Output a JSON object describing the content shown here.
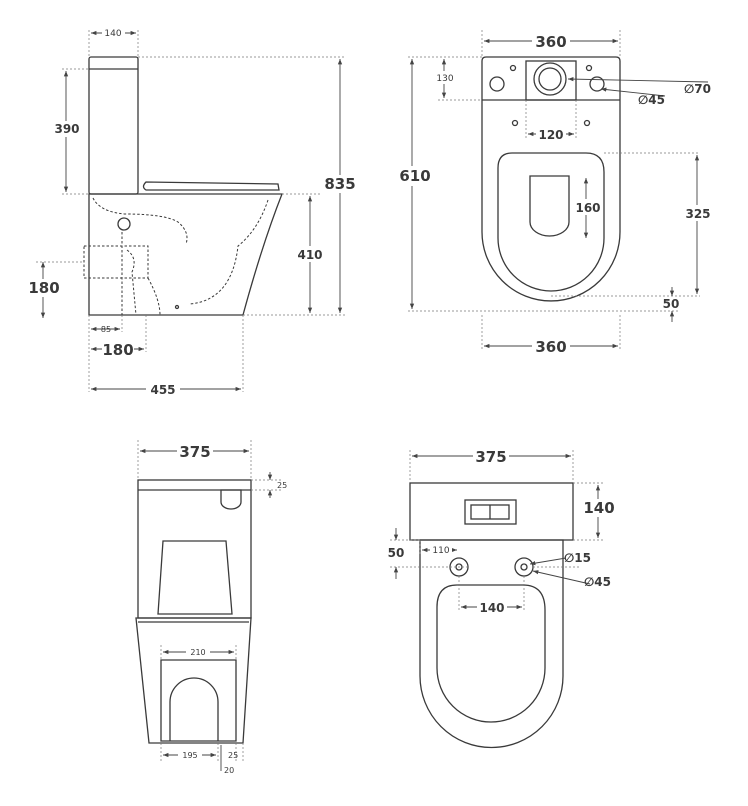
{
  "side_view": {
    "dims": {
      "tank_depth": "140",
      "tank_height": "390",
      "total_height": "835",
      "bowl_height": "410",
      "outlet_height": "180",
      "outlet_offset": "85",
      "outlet_setout": "180",
      "total_depth": "455"
    }
  },
  "top_view": {
    "dims": {
      "width_top": "360",
      "tank_hole_offset": "130",
      "total_length": "610",
      "flush_dia": "∅70",
      "hole_dia": "∅45",
      "fixing_spacing": "120",
      "seat_opening": "160",
      "bowl_length": "325",
      "front_gap": "50",
      "width_bottom": "360"
    }
  },
  "rear_view": {
    "dims": {
      "width": "375",
      "lid_thickness": "25",
      "inlet_width": "210",
      "base_width": "195",
      "base_side": "25",
      "base_offset": "20"
    }
  },
  "plan_view": {
    "dims": {
      "width": "375",
      "tank_depth": "140",
      "hole_offset_y": "50",
      "hole_offset_x": "110",
      "small_hole_dia": "∅15",
      "large_hole_dia": "∅45",
      "hole_spacing": "140"
    }
  }
}
